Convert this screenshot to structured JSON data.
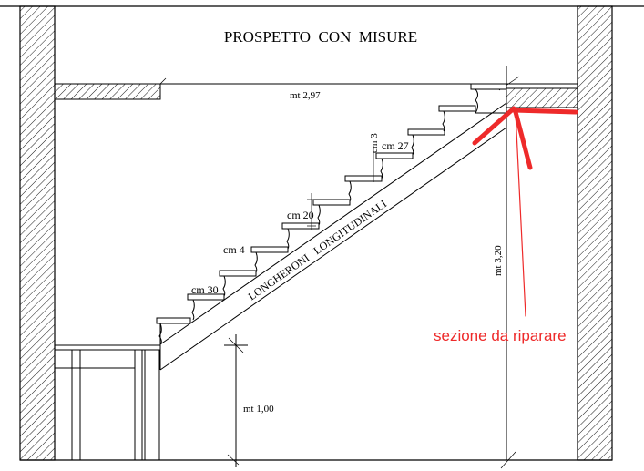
{
  "title": "PROSPETTO  CON  MISURE",
  "colors": {
    "line": "#000000",
    "annotation": "#ee2a2a",
    "background": "#ffffff"
  },
  "dimensions": {
    "landing_width": "mt 2,97",
    "total_height": "mt 3,20",
    "lower_height": "mt 1,00",
    "tread_depth": "cm 27",
    "tread_thickness": "cm 3",
    "riser_height": "cm 20",
    "nosing": "cm 4",
    "tread_width": "cm 30"
  },
  "stringer_label": "LONGHERONI   LONGITUDINALI",
  "annotation": {
    "text": "sezione da riparare"
  }
}
